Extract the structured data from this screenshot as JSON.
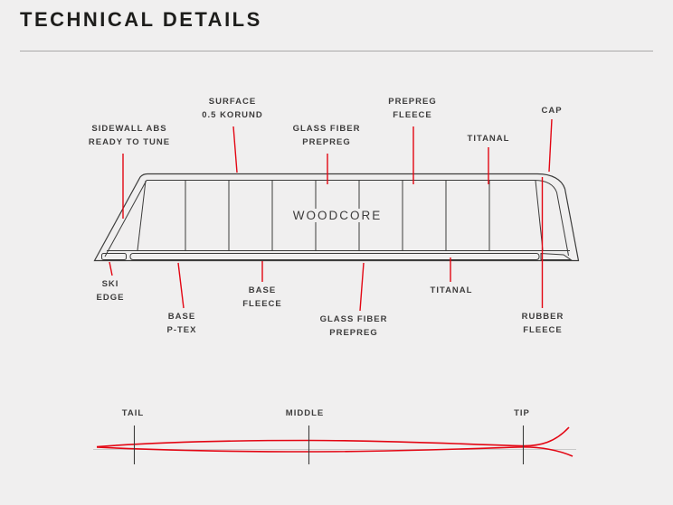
{
  "colors": {
    "background": "#f0efef",
    "red": "#e30613",
    "outline": "#3c3c3b",
    "text": "#3d3c3c",
    "baseline": "#c9c9c9",
    "header_rule": "#a9a9a9"
  },
  "header": {
    "title": "TECHNICAL DETAILS"
  },
  "cross_section": {
    "core_label": "WOODCORE",
    "labels": {
      "sidewall": "SIDEWALL ABS\nREADY TO TUNE",
      "surface": "SURFACE\n0.5 KORUND",
      "glass_fiber_top": "GLASS FIBER\nPREPREG",
      "prepreg_fleece": "PREPREG\nFLEECE",
      "titanal_top": "TITANAL",
      "cap": "CAP",
      "ski_edge": "SKI\nEDGE",
      "base_ptex": "BASE\nP-TEX",
      "base_fleece": "BASE\nFLEECE",
      "glass_fiber_bottom": "GLASS FIBER\nPREPREG",
      "titanal_bottom": "TITANAL",
      "rubber_fleece": "RUBBER\nFLEECE"
    }
  },
  "profile": {
    "labels": {
      "tail": "TAIL",
      "middle": "MIDDLE",
      "tip": "TIP"
    }
  }
}
